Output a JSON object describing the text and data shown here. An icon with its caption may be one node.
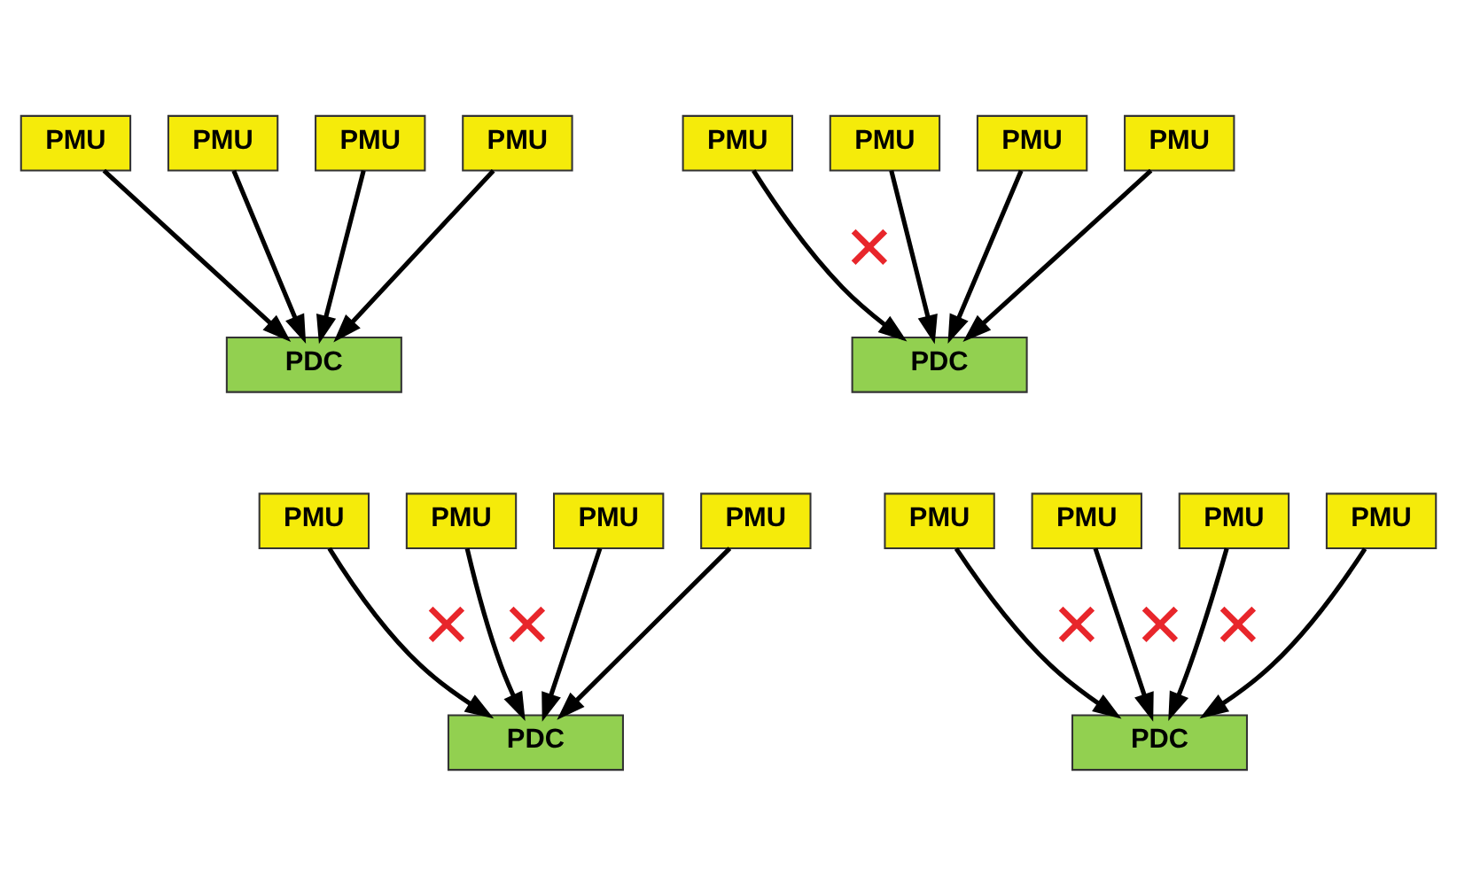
{
  "diagram": {
    "nodes": [
      {
        "text": [
          "PMU"
        ]
      },
      {
        "text": [
          "PMU"
        ]
      },
      {
        "text": [
          "PMU"
        ]
      },
      {
        "text": [
          "PMU"
        ]
      },
      {
        "text": [
          "PMU"
        ]
      },
      {
        "text": [
          "PMU"
        ]
      },
      {
        "text": [
          "PMU"
        ]
      },
      {
        "text": [
          "PMU"
        ]
      },
      {
        "text": [
          "PDC"
        ]
      },
      {
        "text": [
          "PDC"
        ]
      },
      {
        "text": [
          "PMU"
        ]
      },
      {
        "text": [
          "PMU"
        ]
      },
      {
        "text": [
          "PMU"
        ]
      },
      {
        "text": [
          "PMU"
        ]
      },
      {
        "text": [
          "PMU"
        ]
      },
      {
        "text": [
          "PMU"
        ]
      },
      {
        "text": [
          "PMU"
        ]
      },
      {
        "text": [
          "PMU"
        ]
      },
      {
        "text": [
          "PDC"
        ]
      },
      {
        "text": [
          "PDC"
        ]
      }
    ],
    "edges": [
      {
        "from": 0,
        "to": 8,
        "arrow": "to"
      },
      {
        "from": 1,
        "to": 8,
        "arrow": "to"
      },
      {
        "from": 2,
        "to": 8,
        "arrow": "to"
      },
      {
        "from": 3,
        "to": 8,
        "arrow": "to"
      },
      {
        "from": 4,
        "to": 9,
        "arrow": "to",
        "label": "✕"
      },
      {
        "from": 5,
        "to": 9,
        "arrow": "to"
      },
      {
        "from": 6,
        "to": 9,
        "arrow": "to"
      },
      {
        "from": 7,
        "to": 9,
        "arrow": "to"
      },
      {
        "from": 10,
        "to": 18,
        "arrow": "to",
        "label": "✕"
      },
      {
        "from": 11,
        "to": 18,
        "arrow": "to",
        "label": "✕"
      },
      {
        "from": 12,
        "to": 18,
        "arrow": "to"
      },
      {
        "from": 13,
        "to": 18,
        "arrow": "to"
      },
      {
        "from": 14,
        "to": 19,
        "arrow": "to",
        "label": "✕"
      },
      {
        "from": 15,
        "to": 19,
        "arrow": "to",
        "label": "✕"
      },
      {
        "from": 16,
        "to": 19,
        "arrow": "to",
        "label": "✕"
      },
      {
        "from": 17,
        "to": 19,
        "arrow": "to"
      }
    ]
  }
}
